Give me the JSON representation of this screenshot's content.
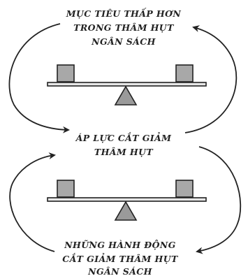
{
  "top_box": {
    "line1": "MỤC TIÊU THẤP HƠN",
    "line2": "TRONG THÂM HỤT",
    "line3": "NGÂN SÁCH"
  },
  "middle_box": {
    "line1": "ÁP LỰC CẮT GIẢM",
    "line2": "THÂM HỤT"
  },
  "bottom_box": {
    "line1": "NHỮNG HÀNH ĐỘNG",
    "line2": "CẮT GIẢM THÂM HỤT",
    "line3": "NGÂN SÁCH"
  },
  "colors": {
    "ink": "#222222",
    "box_fill": "#a8a8a8",
    "triangle_fill": "#9a9a9a",
    "beam_fill": "#e6e6e6"
  },
  "icons": [
    "balance-scale-icon",
    "balance-scale-icon",
    "curved-arrow-icon"
  ]
}
